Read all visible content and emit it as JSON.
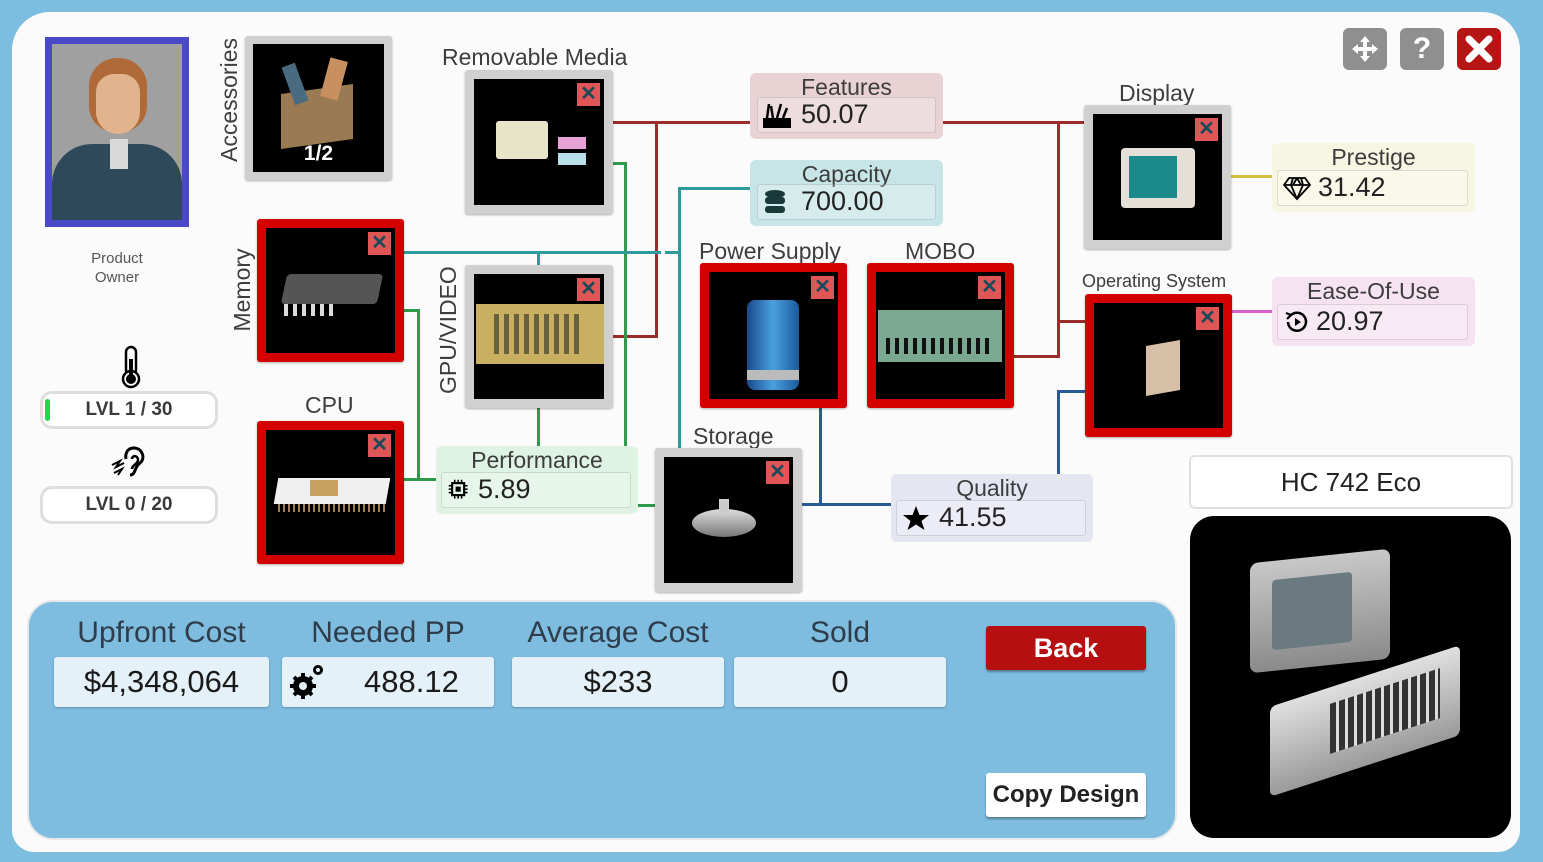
{
  "window_buttons": {
    "move_icon": "move-arrows-icon",
    "help_label": "?",
    "close_icon": "close-x-icon"
  },
  "owner": {
    "name_line1": "Product",
    "name_line2": "Owner",
    "portrait": "product-owner-portrait"
  },
  "levels": [
    {
      "icon": "thermometer-icon",
      "label": "LVL 1 / 30",
      "progress": 0.03
    },
    {
      "icon": "ear-icon",
      "label": "LVL 0 / 20",
      "progress": 0
    }
  ],
  "components": {
    "accessories": {
      "label": "Accessories",
      "count": "1/2"
    },
    "removable_media": {
      "label": "Removable Media"
    },
    "memory": {
      "label": "Memory"
    },
    "gpu_video": {
      "label": "GPU/VIDEO"
    },
    "cpu": {
      "label": "CPU"
    },
    "power_supply": {
      "label": "Power Supply"
    },
    "mobo": {
      "label": "MOBO"
    },
    "storage": {
      "label": "Storage"
    },
    "display": {
      "label": "Display"
    },
    "operating_system": {
      "label": "Operating System"
    }
  },
  "stats": {
    "features": {
      "label": "Features",
      "value": "50.07",
      "icon": "tools-icon",
      "color": "#e8d2d4"
    },
    "capacity": {
      "label": "Capacity",
      "value": "700.00",
      "icon": "database-icon",
      "color": "#c7e5e6"
    },
    "performance": {
      "label": "Performance",
      "value": "5.89",
      "icon": "chip-icon",
      "color": "#dff3e4"
    },
    "quality": {
      "label": "Quality",
      "value": "41.55",
      "icon": "star-icon",
      "color": "#e4e6f2"
    },
    "prestige": {
      "label": "Prestige",
      "value": "31.42",
      "icon": "diamond-icon",
      "color": "#f7f6e2"
    },
    "ease_of_use": {
      "label": "Ease-Of-Use",
      "value": "20.97",
      "icon": "replay-icon",
      "color": "#f5e3f1"
    }
  },
  "product": {
    "name": "HC 742 Eco"
  },
  "summary": {
    "upfront_cost": {
      "label": "Upfront Cost",
      "value": "$4,348,064"
    },
    "needed_pp": {
      "label": "Needed PP",
      "value": "488.12"
    },
    "average_cost": {
      "label": "Average Cost",
      "value": "$233"
    },
    "sold": {
      "label": "Sold",
      "value": "0"
    }
  },
  "buttons": {
    "back": "Back",
    "copy_design": "Copy Design"
  },
  "colors": {
    "red_link": "#9b2c2c",
    "green_link": "#2e9a4a",
    "teal_link": "#2e9a9a",
    "blue_link": "#2b5a9a",
    "yellow_link": "#d4c040",
    "pink_link": "#d860c8"
  }
}
